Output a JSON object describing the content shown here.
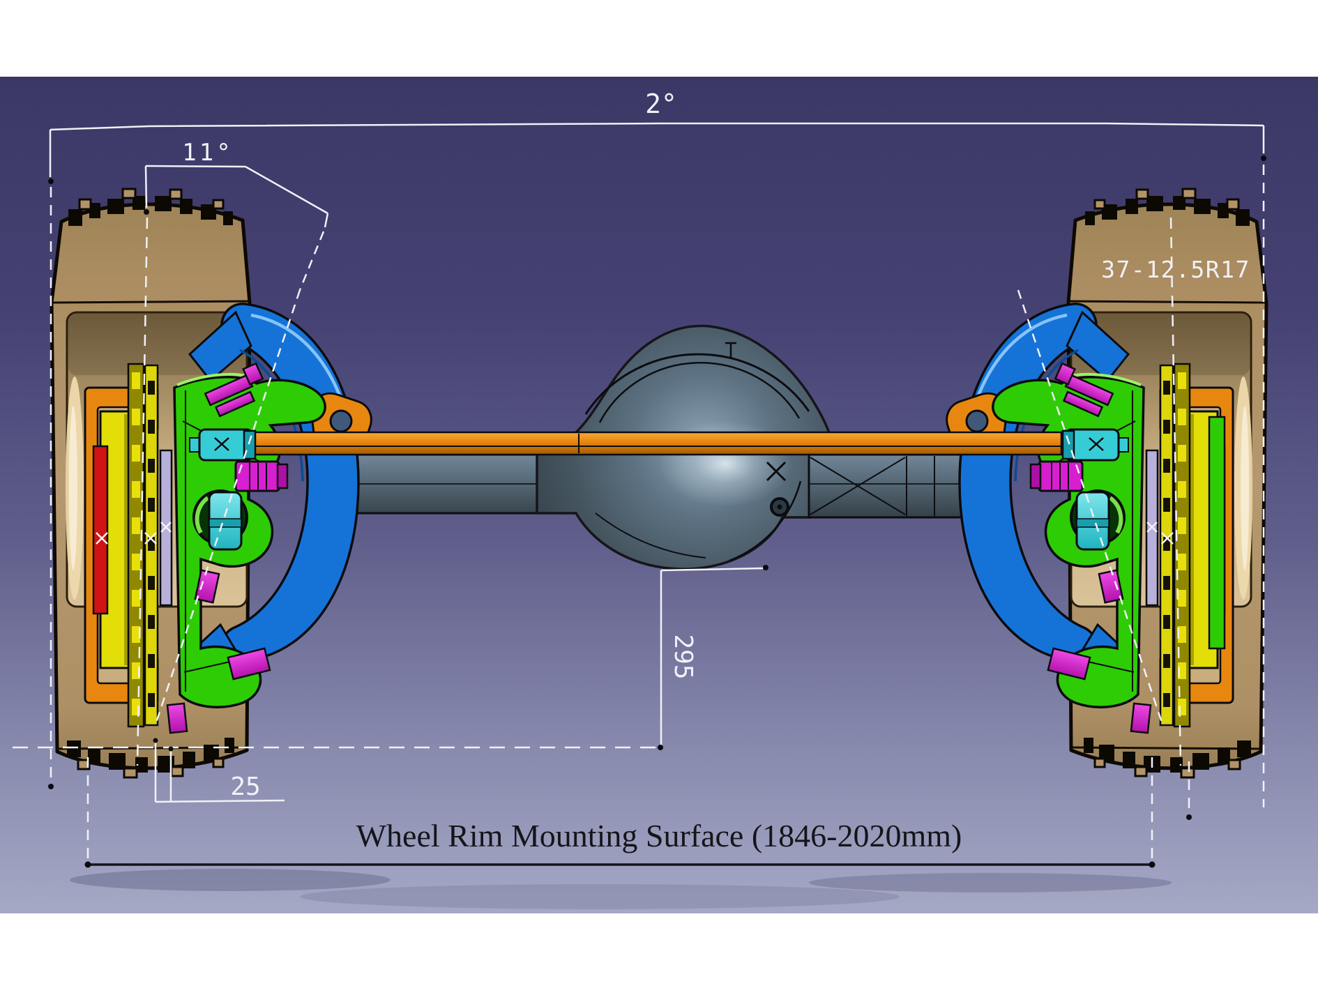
{
  "labels": {
    "toe_angle": "2°",
    "kingpin_angle": "11°",
    "scrub_offset": "25",
    "drop": "295",
    "tire_spec": "37-12.5R17",
    "track": "Wheel Rim Mounting Surface (1846-2020mm)"
  },
  "colors": {
    "background_top": "#3b3866",
    "background_bottom": "#a5a9c5",
    "band_white": "#ffffff",
    "tire_tan": "#b29468",
    "axle_gray": "#576a78",
    "tie_rod_orange": "#e8840c",
    "bracket_orange": "#e8870f",
    "knuckle_green": "#2ecc05",
    "yoke_blue": "#1573d8",
    "rotor_yellow": "#e3de07",
    "caliper_red": "#d01414",
    "fastener_magenta": "#d81fd0",
    "tie_rod_end_cyan": "#36ccd6",
    "spacer_lavender": "#b7b0da",
    "dimension_white": "#f1f1f7",
    "dimension_black": "#15151a"
  }
}
